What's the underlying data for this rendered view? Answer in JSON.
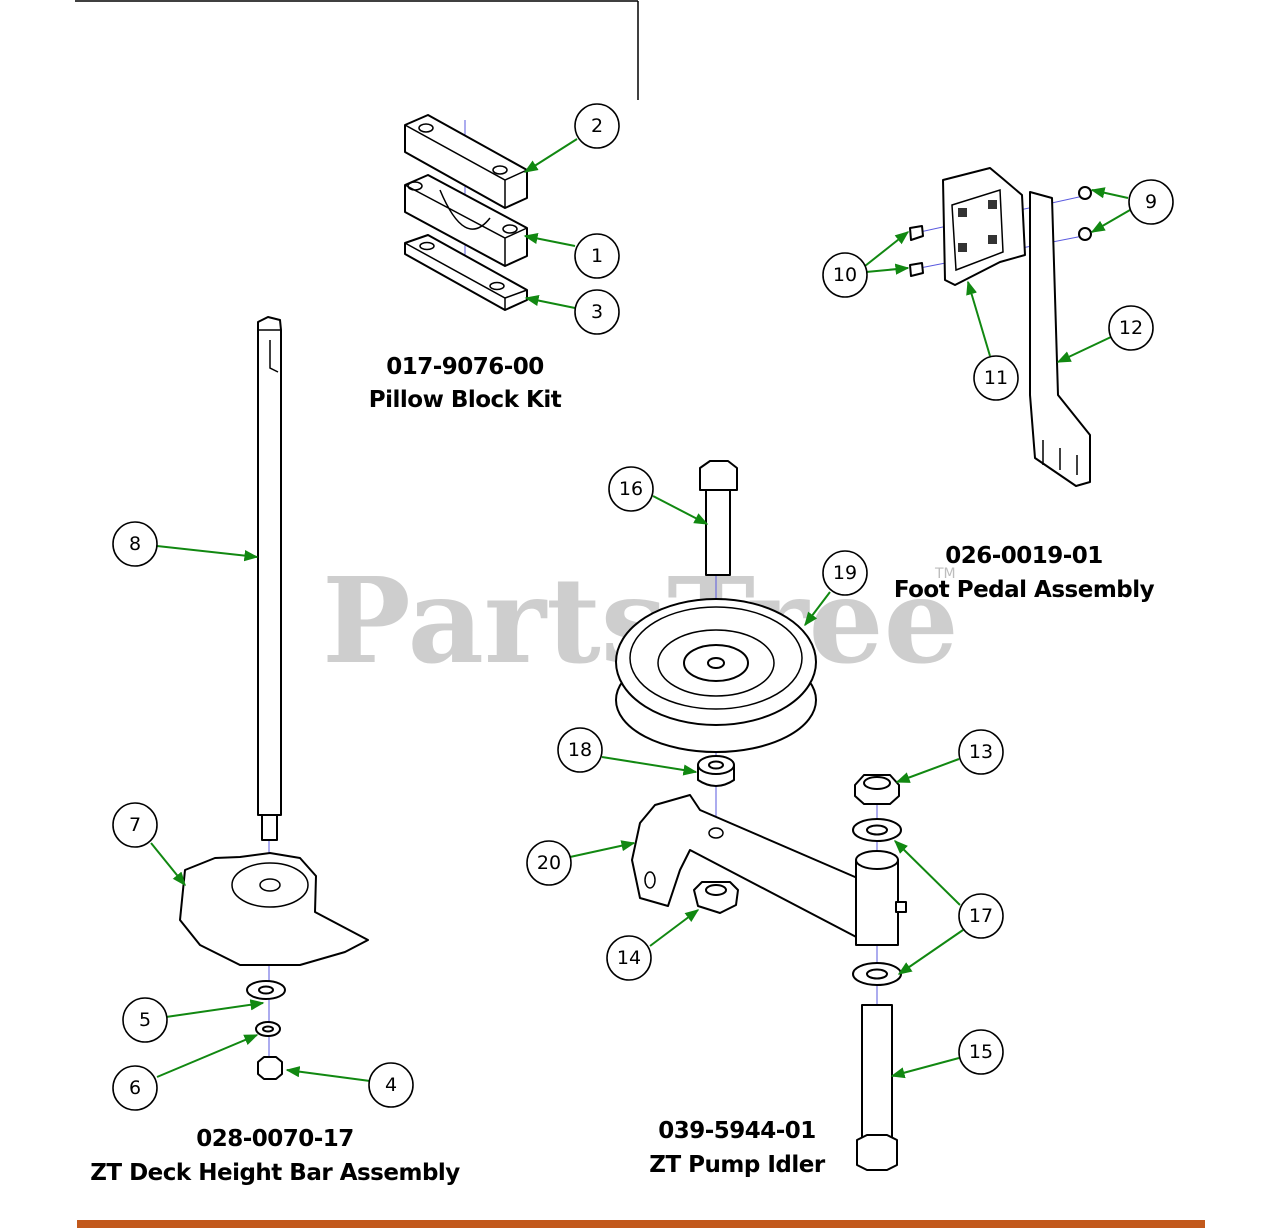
{
  "watermark": {
    "text": "PartsTree",
    "tm": "TM"
  },
  "assemblies": [
    {
      "part_number": "017-9076-00",
      "name": "Pillow Block Kit"
    },
    {
      "part_number": "026-0019-01",
      "name": "Foot Pedal Assembly"
    },
    {
      "part_number": "028-0070-17",
      "name": "ZT Deck Height Bar Assembly"
    },
    {
      "part_number": "039-5944-01",
      "name": "ZT Pump Idler"
    }
  ],
  "callouts": [
    "1",
    "2",
    "3",
    "4",
    "5",
    "6",
    "7",
    "8",
    "9",
    "10",
    "11",
    "12",
    "13",
    "14",
    "15",
    "16",
    "17",
    "18",
    "19",
    "20"
  ],
  "colors": {
    "leader": "#118811",
    "axis": "#5a5adf",
    "watermark": "#bdbdbd",
    "footer_bar": "#c2591c"
  }
}
